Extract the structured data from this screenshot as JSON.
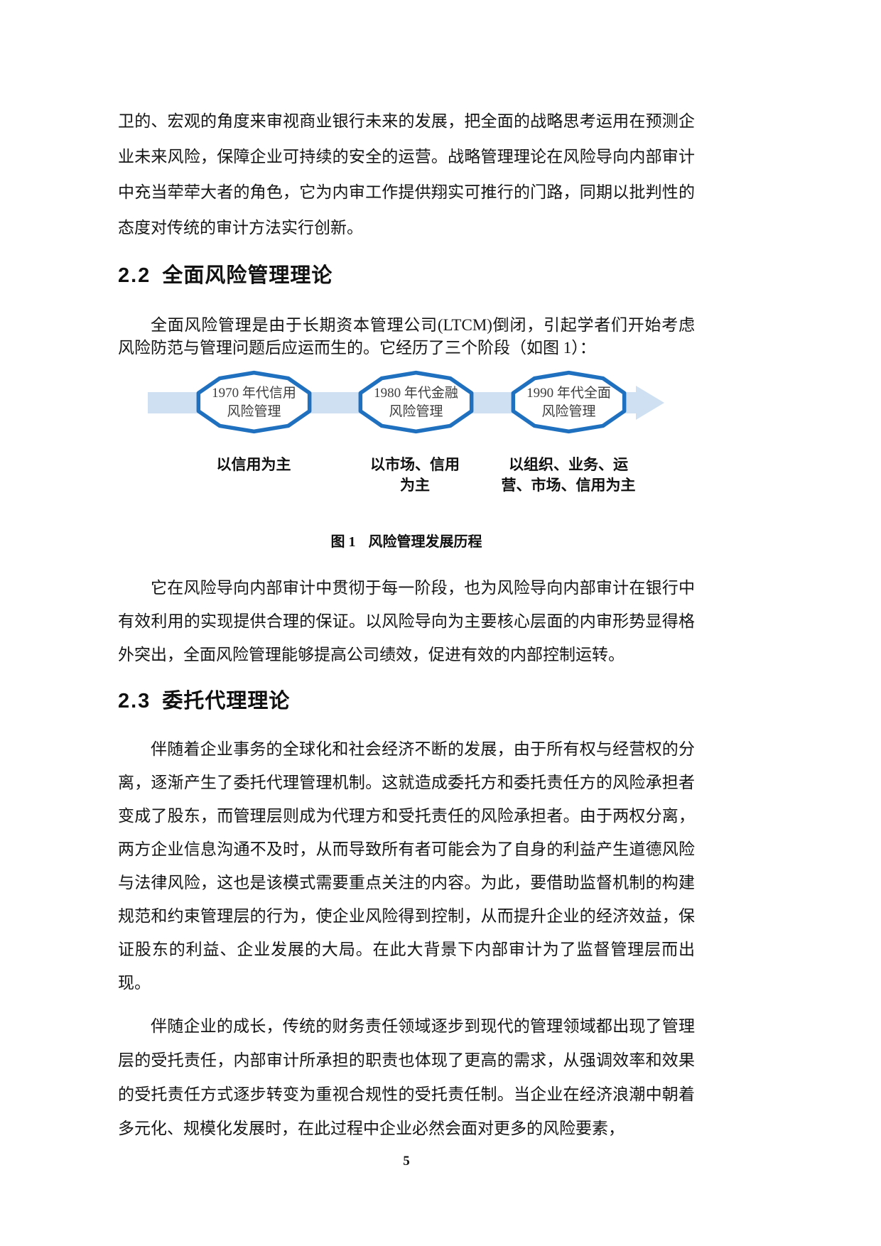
{
  "page": {
    "paragraph_top": "卫的、宏观的角度来审视商业银行未来的发展，把全面的战略思考运用在预测企业未来风险，保障企业可持续的安全的运营。战略管理理论在风险导向内部审计中充当荦荦大者的角色，它为内审工作提供翔实可推行的门路，同期以批判性的态度对传统的审计方法实行创新。",
    "section_2_2": {
      "number": "2.2",
      "title": "全面风险管理理论"
    },
    "paragraph_2_2_intro": "全面风险管理是由于长期资本管理公司(LTCM)倒闭，引起学者们开始考虑风险防范与管理问题后应运而生的。它经历了三个阶段（如图 1）：",
    "figure": {
      "stages": [
        {
          "line1": "1970 年代信用",
          "line2": "风险管理",
          "label_lines": [
            "以信用为主",
            ""
          ]
        },
        {
          "line1": "1980 年代金融",
          "line2": "风险管理",
          "label_lines": [
            "以市场、信用",
            "为主"
          ]
        },
        {
          "line1": "1990 年代全面",
          "line2": "风险管理",
          "label_lines": [
            "以组织、业务、运",
            "营、市场、信用为主"
          ]
        }
      ],
      "caption_label": "图 1",
      "caption_text": "风险管理发展历程",
      "colors": {
        "arrow_band": "#cfe0f3",
        "shape_border": "#1f70bf",
        "shape_fill": "#ffffff"
      }
    },
    "paragraph_2_2_body": "它在风险导向内部审计中贯彻于每一阶段，也为风险导向内部审计在银行中有效利用的实现提供合理的保证。以风险导向为主要核心层面的内审形势显得格外突出，全面风险管理能够提高公司绩效，促进有效的内部控制运转。",
    "section_2_3": {
      "number": "2.3",
      "title": "委托代理理论"
    },
    "paragraph_2_3_a": "伴随着企业事务的全球化和社会经济不断的发展，由于所有权与经营权的分离，逐渐产生了委托代理管理机制。这就造成委托方和委托责任方的风险承担者变成了股东，而管理层则成为代理方和受托责任的风险承担者。由于两权分离，两方企业信息沟通不及时，从而导致所有者可能会为了自身的利益产生道德风险与法律风险，这也是该模式需要重点关注的内容。为此，要借助监督机制的构建规范和约束管理层的行为，使企业风险得到控制，从而提升企业的经济效益，保证股东的利益、企业发展的大局。在此大背景下内部审计为了监督管理层而出现。",
    "paragraph_2_3_b": "伴随企业的成长，传统的财务责任领域逐步到现代的管理领域都出现了管理层的受托责任，内部审计所承担的职责也体现了更高的需求，从强调效率和效果的受托责任方式逐步转变为重视合规性的受托责任制。当企业在经济浪潮中朝着多元化、规模化发展时，在此过程中企业必然会面对更多的风险要素，",
    "page_number": "5"
  }
}
